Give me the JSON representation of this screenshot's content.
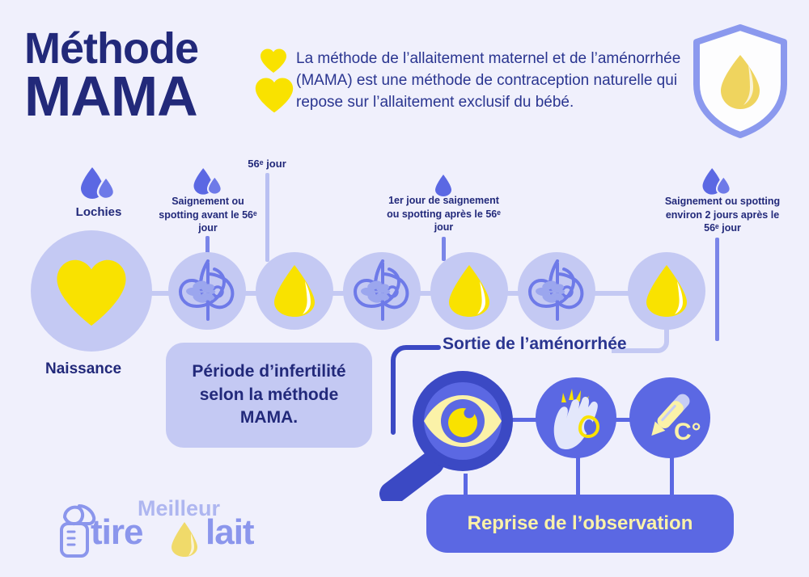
{
  "page": {
    "background_color": "#F0F0FC",
    "accent_dark": "#22297A",
    "accent_blue": "#5B68E3",
    "accent_lavender": "#C4C9F3",
    "accent_yellow": "#F9E200",
    "accent_pale_yellow": "#FBF2A8"
  },
  "header": {
    "title_line1": "Méthode",
    "title_line2": "MAMA",
    "heart_icon_small": "heart-icon",
    "heart_icon_large": "heart-icon",
    "intro": "La méthode de l’allaitement maternel et de l’aménorrhée (MAMA) est une méthode de contraception naturelle qui repose sur l’allaitement exclusif du bébé.",
    "shield_icon": "shield-droplet-icon"
  },
  "timeline": {
    "labels": [
      {
        "id": "lochies",
        "text": "Lochies",
        "icon": "double-droplet-icon",
        "size": "large"
      },
      {
        "id": "saignement-avant",
        "text": "Saignement ou spotting avant le 56ᵉ jour",
        "icon": "double-droplet-icon",
        "size": "small"
      },
      {
        "id": "jour-56",
        "text": "56ᵉ jour",
        "icon": "none",
        "size": "medium"
      },
      {
        "id": "premier-jour",
        "text": "1er jour de saignement ou spotting après le 56ᵉ jour",
        "icon": "single-droplet-icon",
        "size": "small"
      },
      {
        "id": "saignement-apres",
        "text": "Saignement ou spotting environ 2 jours après le 56ᵉ jour",
        "icon": "double-droplet-icon",
        "size": "small"
      }
    ],
    "circles": [
      {
        "id": "naissance",
        "icon": "heart-icon"
      },
      {
        "id": "breast-1",
        "icon": "breast-icon"
      },
      {
        "id": "drop-1",
        "icon": "milk-droplet-icon"
      },
      {
        "id": "breast-2",
        "icon": "breast-icon"
      },
      {
        "id": "drop-2",
        "icon": "milk-droplet-icon"
      },
      {
        "id": "breast-3",
        "icon": "breast-icon"
      },
      {
        "id": "drop-3",
        "icon": "milk-droplet-icon"
      }
    ],
    "naissance_label": "Naissance"
  },
  "infertility": {
    "text": "Période d’infertilité selon la méthode MAMA."
  },
  "observation": {
    "sortie_label": "Sortie de l’aménorrhée",
    "icons": [
      {
        "id": "magnifier-eye",
        "icon": "magnifier-eye-icon"
      },
      {
        "id": "hand-check",
        "icon": "hand-mucus-icon"
      },
      {
        "id": "thermometer",
        "icon": "thermometer-icon",
        "text": "C°"
      }
    ],
    "button_label": "Reprise de l’observation"
  },
  "logo": {
    "top_word": "Meilleur",
    "word_1": "tire",
    "word_2": "lait",
    "pump_icon": "breast-pump-icon",
    "droplet_icon": "droplet-icon"
  }
}
